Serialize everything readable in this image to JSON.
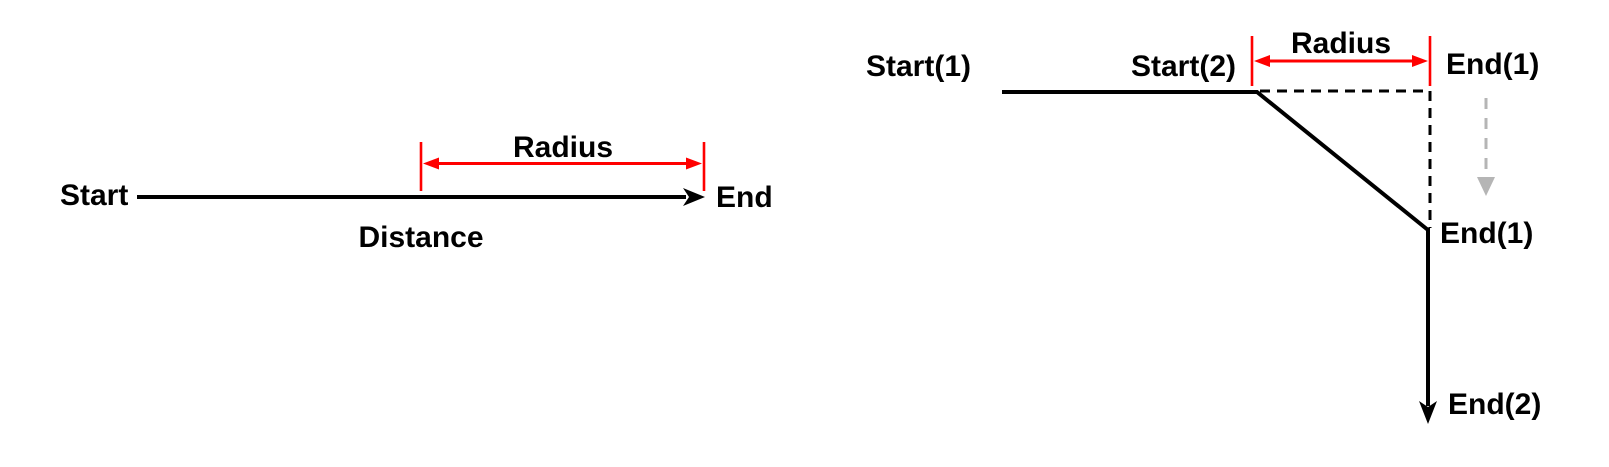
{
  "colors": {
    "black": "#000000",
    "red": "#ff0000",
    "gray_text": "#a6a6a6",
    "gray_arrow": "#b5b5b5"
  },
  "left_diagram": {
    "start_label": "Start",
    "end_label": "End",
    "radius_label": "Radius",
    "distance_label": "Distance"
  },
  "right_diagram": {
    "start1_label": "Start(1)",
    "start2_label": "Start(2)",
    "radius_label": "Radius",
    "end1_ghost_label": "End(1)",
    "end1_label": "End(1)",
    "end2_label": "End(2)"
  }
}
